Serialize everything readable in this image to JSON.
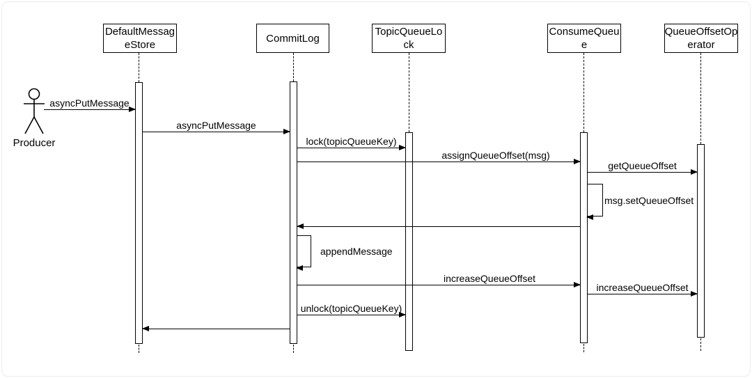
{
  "diagram": {
    "kind": "uml-sequence-diagram",
    "background_color": "#ffffff",
    "stroke_color": "#000000",
    "frame_color": "#ececec"
  },
  "actor": {
    "name": "Producer"
  },
  "participants": [
    {
      "name": "DefaultMessageStore",
      "line1": "DefaultMessag",
      "line2": "eStore"
    },
    {
      "name": "CommitLog",
      "line1": "CommitLog",
      "line2": ""
    },
    {
      "name": "TopicQueueLock",
      "line1": "TopicQueueLo",
      "line2": "ck"
    },
    {
      "name": "ConsumeQueue",
      "line1": "ConsumeQueu",
      "line2": "e"
    },
    {
      "name": "QueueOffsetOperator",
      "line1": "QueueOffsetOp",
      "line2": "erator"
    }
  ],
  "messages": [
    {
      "label": "asyncPutMessage",
      "from": "Producer",
      "to": "DefaultMessageStore",
      "kind": "call"
    },
    {
      "label": "asyncPutMessage",
      "from": "DefaultMessageStore",
      "to": "CommitLog",
      "kind": "call"
    },
    {
      "label": "lock(topicQueueKey)",
      "from": "CommitLog",
      "to": "TopicQueueLock",
      "kind": "call"
    },
    {
      "label": "assignQueueOffset(msg)",
      "from": "CommitLog",
      "to": "ConsumeQueue",
      "kind": "call"
    },
    {
      "label": "getQueueOffset",
      "from": "ConsumeQueue",
      "to": "QueueOffsetOperator",
      "kind": "call"
    },
    {
      "label": "msg.setQueueOffset",
      "from": "ConsumeQueue",
      "to": "ConsumeQueue",
      "kind": "self"
    },
    {
      "label": "",
      "from": "ConsumeQueue",
      "to": "CommitLog",
      "kind": "return"
    },
    {
      "label": "appendMessage",
      "from": "CommitLog",
      "to": "CommitLog",
      "kind": "self"
    },
    {
      "label": "increaseQueueOffset",
      "from": "CommitLog",
      "to": "ConsumeQueue",
      "kind": "call"
    },
    {
      "label": "increaseQueueOffset",
      "from": "ConsumeQueue",
      "to": "QueueOffsetOperator",
      "kind": "call"
    },
    {
      "label": "unlock(topicQueueKey)",
      "from": "CommitLog",
      "to": "TopicQueueLock",
      "kind": "call"
    },
    {
      "label": "",
      "from": "CommitLog",
      "to": "DefaultMessageStore",
      "kind": "return"
    }
  ]
}
